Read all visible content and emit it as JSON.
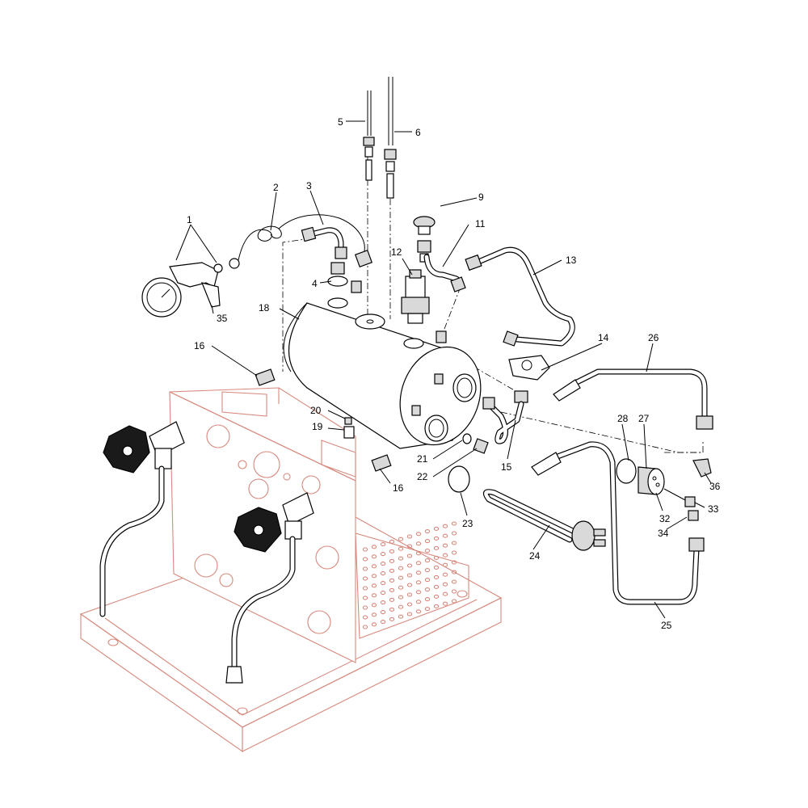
{
  "diagram": {
    "colors": {
      "outline": "#000000",
      "frame": "#d7887c",
      "knob": "#1a1a1a"
    },
    "callouts": [
      {
        "id": "c1",
        "text": "1"
      },
      {
        "id": "c2",
        "text": "2"
      },
      {
        "id": "c3",
        "text": "3"
      },
      {
        "id": "c4",
        "text": "4"
      },
      {
        "id": "c5",
        "text": "5"
      },
      {
        "id": "c6",
        "text": "6"
      },
      {
        "id": "c9",
        "text": "9"
      },
      {
        "id": "c11",
        "text": "11"
      },
      {
        "id": "c12",
        "text": "12"
      },
      {
        "id": "c13",
        "text": "13"
      },
      {
        "id": "c14",
        "text": "14"
      },
      {
        "id": "c15",
        "text": "15"
      },
      {
        "id": "c16a",
        "text": "16"
      },
      {
        "id": "c16b",
        "text": "16"
      },
      {
        "id": "c18",
        "text": "18"
      },
      {
        "id": "c19",
        "text": "19"
      },
      {
        "id": "c20",
        "text": "20"
      },
      {
        "id": "c21",
        "text": "21"
      },
      {
        "id": "c22",
        "text": "22"
      },
      {
        "id": "c23",
        "text": "23"
      },
      {
        "id": "c24",
        "text": "24"
      },
      {
        "id": "c25",
        "text": "25"
      },
      {
        "id": "c26",
        "text": "26"
      },
      {
        "id": "c27",
        "text": "27"
      },
      {
        "id": "c28",
        "text": "28"
      },
      {
        "id": "c32",
        "text": "32"
      },
      {
        "id": "c33",
        "text": "33"
      },
      {
        "id": "c34",
        "text": "34"
      },
      {
        "id": "c35",
        "text": "35"
      },
      {
        "id": "c36",
        "text": "36"
      }
    ]
  }
}
